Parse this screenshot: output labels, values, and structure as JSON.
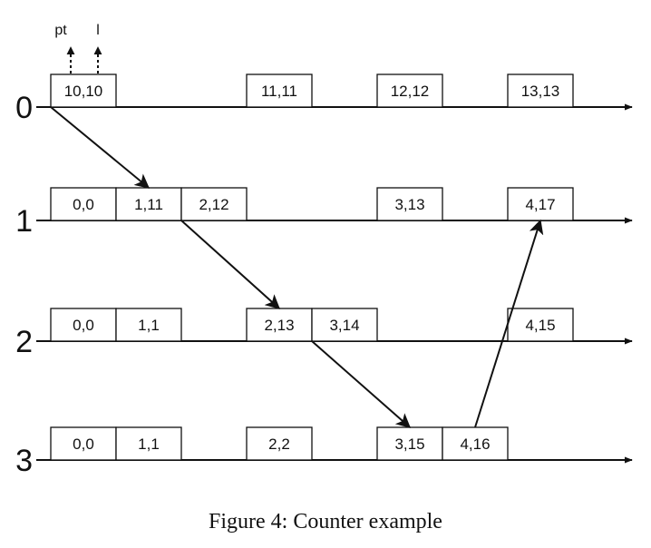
{
  "lanes": [
    {
      "label": "0",
      "boxes": [
        "10,10",
        "",
        "",
        "11,11",
        "",
        "12,12",
        "",
        "13,13"
      ]
    },
    {
      "label": "1",
      "boxes": [
        "0,0",
        "1,11",
        "2,12",
        "",
        "",
        "3,13",
        "",
        "4,17"
      ]
    },
    {
      "label": "2",
      "boxes": [
        "0,0",
        "1,1",
        "",
        "2,13",
        "3,14",
        "",
        "",
        "4,15"
      ]
    },
    {
      "label": "3",
      "boxes": [
        "0,0",
        "1,1",
        "",
        "2,2",
        "",
        "3,15",
        "4,16",
        ""
      ]
    }
  ],
  "pointers": [
    "pt",
    "l"
  ],
  "messages": [
    {
      "from": [
        0,
        0
      ],
      "to": [
        1,
        1
      ]
    },
    {
      "from": [
        1,
        2
      ],
      "to": [
        2,
        3
      ]
    },
    {
      "from": [
        2,
        4
      ],
      "to": [
        3,
        5
      ]
    },
    {
      "from": [
        3,
        6
      ],
      "to": [
        1,
        7
      ]
    }
  ],
  "caption": "Figure 4: Counter example"
}
